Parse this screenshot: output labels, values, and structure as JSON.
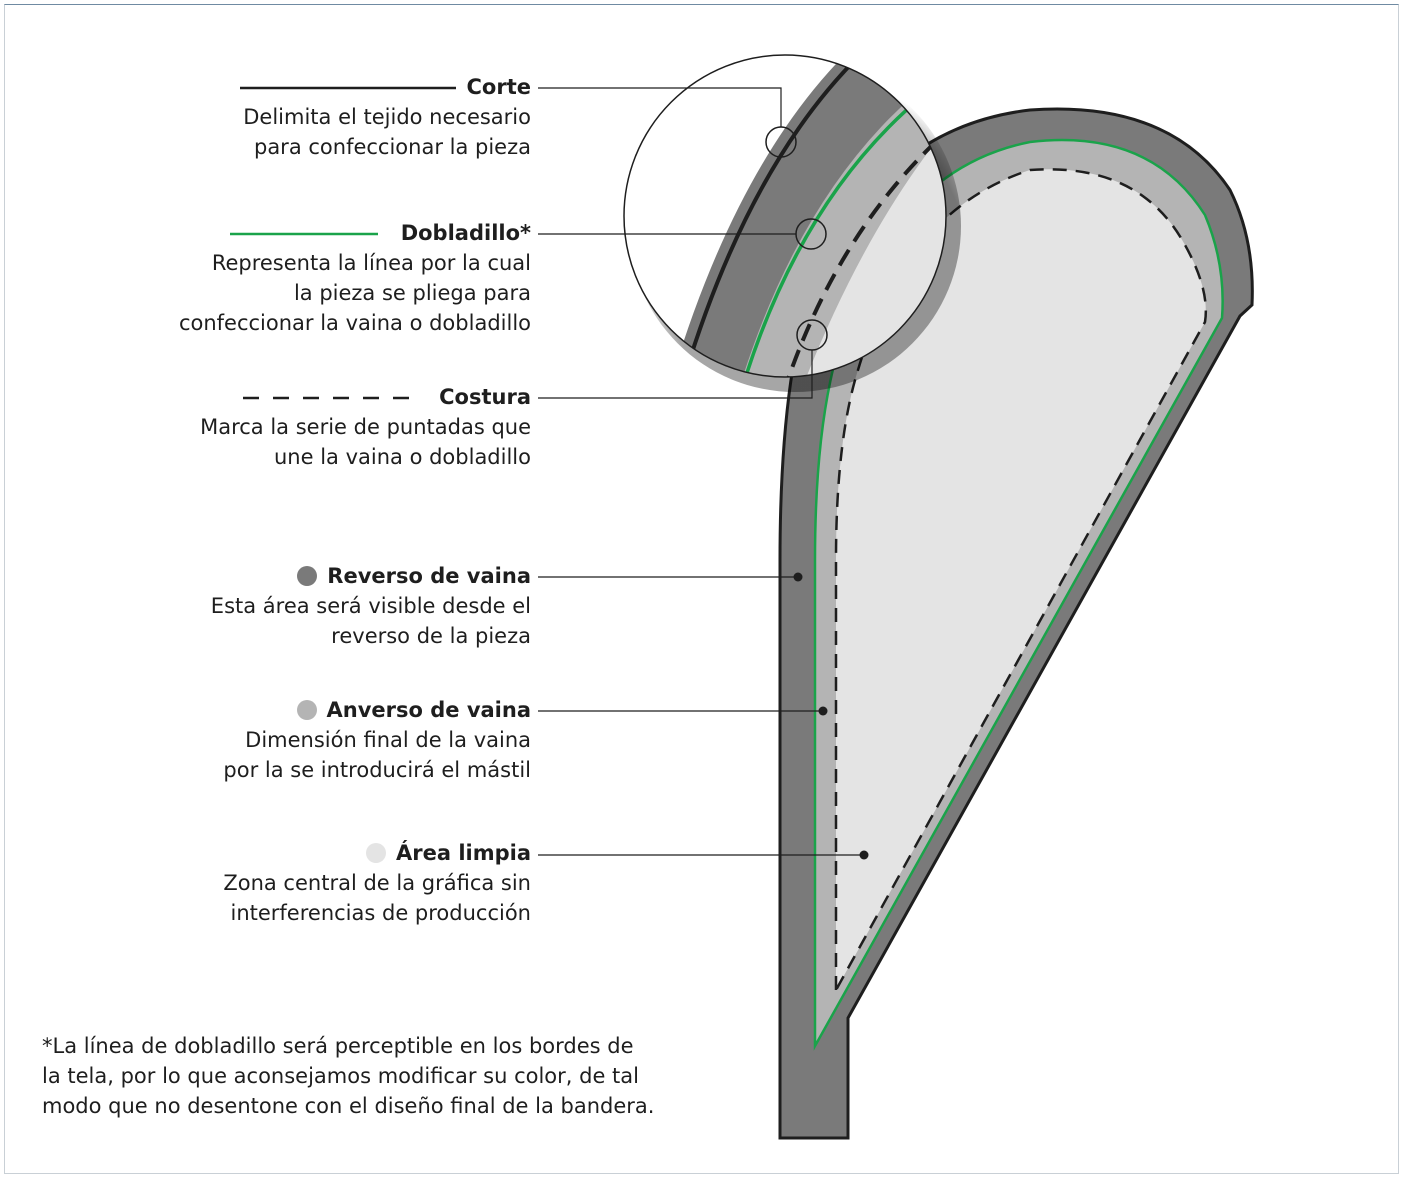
{
  "legend": {
    "corte": {
      "title": "Corte",
      "lines": [
        "Delimita el tejido necesario",
        "para confeccionar la pieza"
      ]
    },
    "dobladillo": {
      "title": "Dobladillo*",
      "lines": [
        "Representa la línea por la cual",
        "la pieza se pliega para",
        "confeccionar la vaina o dobladillo"
      ]
    },
    "costura": {
      "title": "Costura",
      "lines": [
        "Marca la serie de puntadas que",
        "une la vaina o dobladillo"
      ]
    },
    "reverso": {
      "title": "Reverso de vaina",
      "lines": [
        "Esta área será visible desde el",
        "reverso de la pieza"
      ],
      "color": "#7a7a7a"
    },
    "anverso": {
      "title": "Anverso de vaina",
      "lines": [
        "Dimensión final de la vaina",
        "por la se introducirá el mástil"
      ],
      "color": "#b4b4b4"
    },
    "limpia": {
      "title": "Área limpia",
      "lines": [
        "Zona central de la gráfica sin",
        "interferencias de producción"
      ],
      "color": "#e4e4e4"
    }
  },
  "footnote": {
    "lines": [
      "*La línea de dobladillo será perceptible en los bordes de",
      "la tela, por lo que aconsejamos modificar su color, de tal",
      "modo que no desentone con el diseño final de la bandera."
    ]
  },
  "colors": {
    "cut_line": "#1e1e1e",
    "hem_line": "#1aa34a",
    "seam_line": "#1e1e1e",
    "outer_band": "#7a7a7a",
    "inner_band": "#b4b4b4",
    "clean_area": "#e4e4e4"
  }
}
